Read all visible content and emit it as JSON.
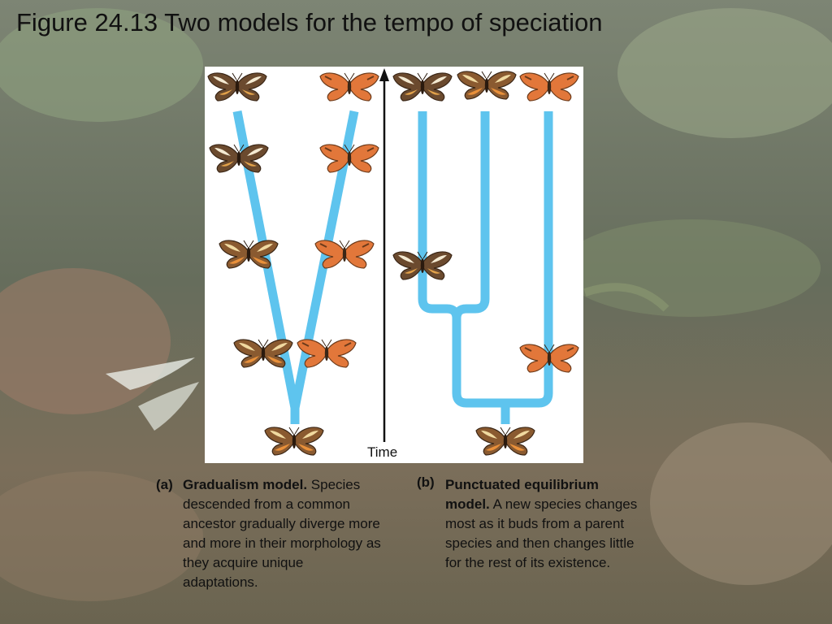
{
  "title": "Figure 24.13 Two models for the tempo of speciation",
  "time_label": "Time",
  "panel_a": {
    "label": "(a)",
    "heading": "Gradualism model.",
    "body": " Species descended from a common ancestor gradually diverge more and more in their morphology as they acquire unique adaptations."
  },
  "panel_b": {
    "label": "(b)",
    "heading": "Punctuated equilibrium model.",
    "body": " A new species changes most as it buds from a parent species and then changes little for the rest of its existence."
  },
  "colors": {
    "branch": "#5ec4ee",
    "panel": "#ffffff",
    "butterfly_orange": "#e2773a",
    "butterfly_brown": "#6b4a2e",
    "butterfly_cream": "#f4ead2"
  }
}
